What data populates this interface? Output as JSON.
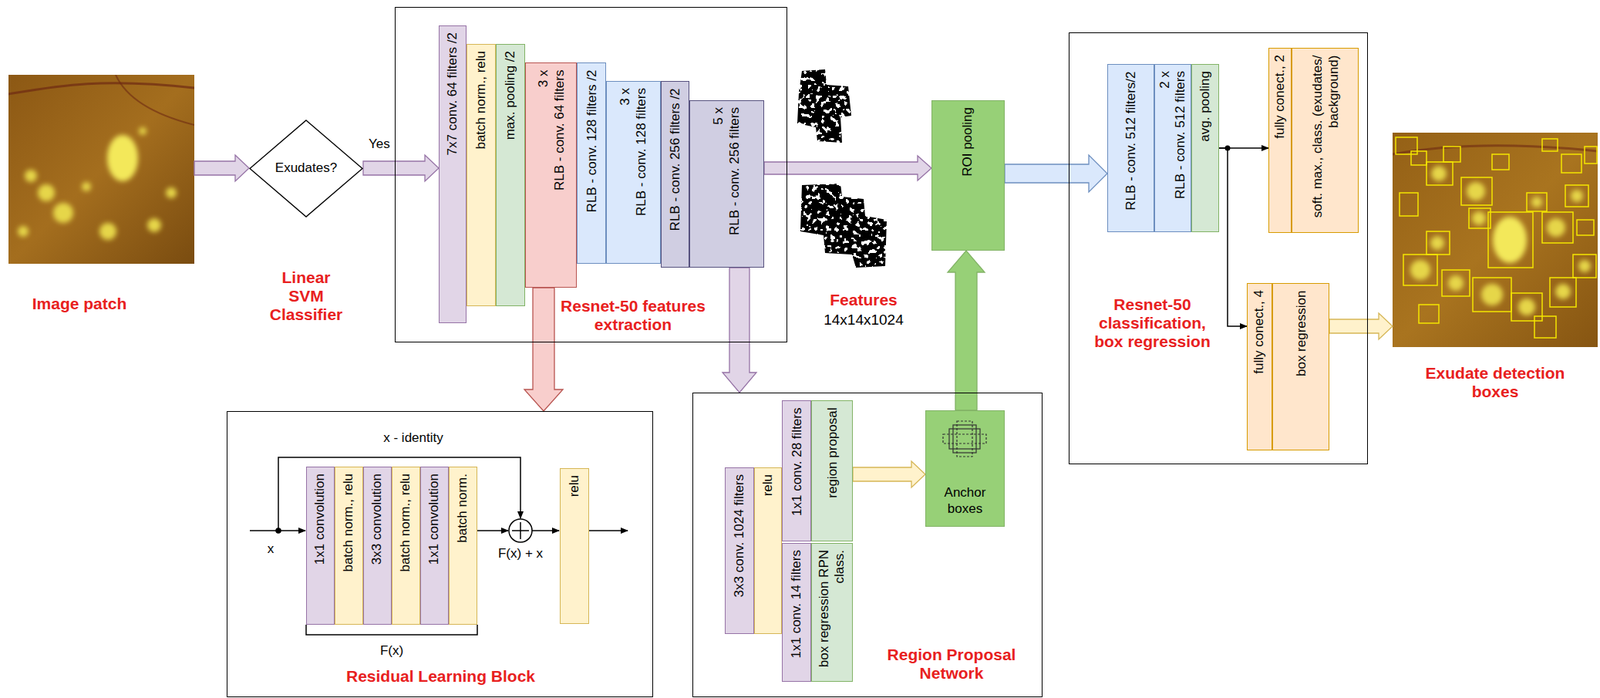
{
  "diagram": {
    "nodes": [
      {
        "text": [
          "Image patch"
        ]
      },
      {
        "text": [
          "Exudates?",
          "Linear SVM Classifier"
        ]
      },
      {
        "text": [
          "Resnet-50 features extraction"
        ]
      },
      {
        "text": [
          "7x7 conv. 64 filters /2"
        ],
        "in": 2
      },
      {
        "text": [
          "batch norm., relu"
        ],
        "in": 2
      },
      {
        "text": [
          "max. pooling /2"
        ],
        "in": 2
      },
      {
        "text": [
          "3 x",
          "RLB - conv. 64 filters"
        ],
        "in": 2
      },
      {
        "text": [
          "RLB - conv. 128 filters /2"
        ],
        "in": 2
      },
      {
        "text": [
          "3 x",
          "RLB - conv. 128 filters"
        ],
        "in": 2
      },
      {
        "text": [
          "RLB - conv. 256 filters /2"
        ],
        "in": 2
      },
      {
        "text": [
          "5 x",
          "RLB - conv. 256 filters"
        ],
        "in": 2
      },
      {
        "text": [
          "ROI pooling"
        ]
      },
      {
        "text": [
          "Resnet-50 classification, box regression"
        ]
      },
      {
        "text": [
          "RLB - conv. 512 filters/2"
        ],
        "in": 12
      },
      {
        "text": [
          "2 x",
          "RLB - conv. 512 filters"
        ],
        "in": 12
      },
      {
        "text": [
          "avg. pooling"
        ],
        "in": 12
      },
      {
        "text": [
          "fully conect., 2"
        ],
        "in": 12
      },
      {
        "text": [
          "soft. max., class. (exudates/ background)"
        ],
        "in": 12
      },
      {
        "text": [
          "fully conect., 4"
        ],
        "in": 12
      },
      {
        "text": [
          "box regression"
        ],
        "in": 12
      },
      {
        "text": [
          "Exudate detection boxes"
        ]
      },
      {
        "text": [
          "Residual Learning Block"
        ]
      },
      {
        "text": [
          "1x1 convolution"
        ],
        "in": 21
      },
      {
        "text": [
          "batch norm., relu"
        ],
        "in": 21
      },
      {
        "text": [
          "3x3 convolution"
        ],
        "in": 21
      },
      {
        "text": [
          "batch norm., relu"
        ],
        "in": 21
      },
      {
        "text": [
          "1x1 convolution"
        ],
        "in": 21
      },
      {
        "text": [
          "batch norm."
        ],
        "in": 21
      },
      {
        "text": [
          "relu"
        ],
        "in": 21
      },
      {
        "text": [
          "Region Proposal Network"
        ]
      },
      {
        "text": [
          "3x3 conv. 1024 filters"
        ],
        "in": 29
      },
      {
        "text": [
          "relu"
        ],
        "in": 29
      },
      {
        "text": [
          "1x1 conv. 28 filters"
        ],
        "in": 29
      },
      {
        "text": [
          "region proposal"
        ],
        "in": 29
      },
      {
        "text": [
          "1x1 conv. 14 filters"
        ],
        "in": 29
      },
      {
        "text": [
          "box regression RPN class."
        ],
        "in": 29
      },
      {
        "text": [
          "Anchor boxes"
        ],
        "in": 29
      }
    ],
    "edges": [
      {
        "from": 0,
        "to": 1,
        "arrow": "to"
      },
      {
        "from": 1,
        "to": 3,
        "label": "Yes",
        "arrow": "to"
      },
      {
        "from": 10,
        "to": 11,
        "arrow": "to"
      },
      {
        "from": 11,
        "to": 13,
        "arrow": "to"
      },
      {
        "from": 15,
        "to": 16,
        "arrow": "to"
      },
      {
        "from": 15,
        "to": 18,
        "arrow": "to"
      },
      {
        "from": 19,
        "to": 20,
        "arrow": "to"
      },
      {
        "from": 6,
        "to": 21,
        "arrow": "to"
      },
      {
        "from": 10,
        "to": 29,
        "arrow": "to"
      },
      {
        "from": 33,
        "to": 36,
        "arrow": "to"
      },
      {
        "from": 36,
        "to": 11,
        "arrow": "to"
      }
    ],
    "labels": [
      "Features",
      "14x14x1024",
      "x - identity",
      "x",
      "F(x) + x",
      "F(x)"
    ]
  }
}
